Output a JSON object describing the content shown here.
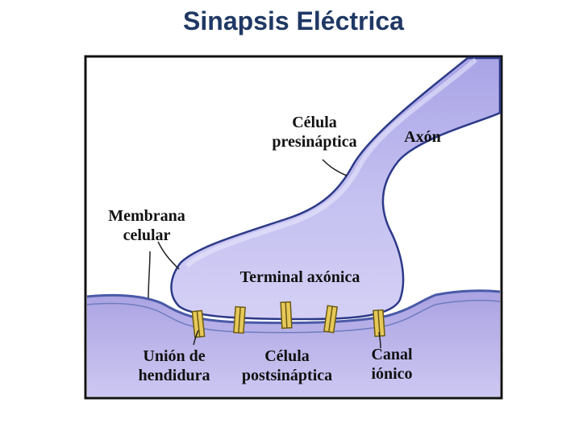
{
  "title": "Sinapsis Eléctrica",
  "labels": {
    "presynaptic_line1": "Célula",
    "presynaptic_line2": "presináptica",
    "axon": "Axón",
    "membrane_line1": "Membrana",
    "membrane_line2": "celular",
    "terminal": "Terminal  axónica",
    "gap_line1": "Unión de",
    "gap_line2": "hendidura",
    "postsynaptic_line1": "Célula",
    "postsynaptic_line2": "postsináptica",
    "channel_line1": "Canal",
    "channel_line2": "iónico"
  },
  "colors": {
    "title": "#1f3864",
    "cell_fill": "#b9b4ea",
    "post_cell_fill": "#b7b0e6",
    "membrane_line": "#4a5aa8",
    "channel": "#e7c95a",
    "frame": "#111111"
  }
}
